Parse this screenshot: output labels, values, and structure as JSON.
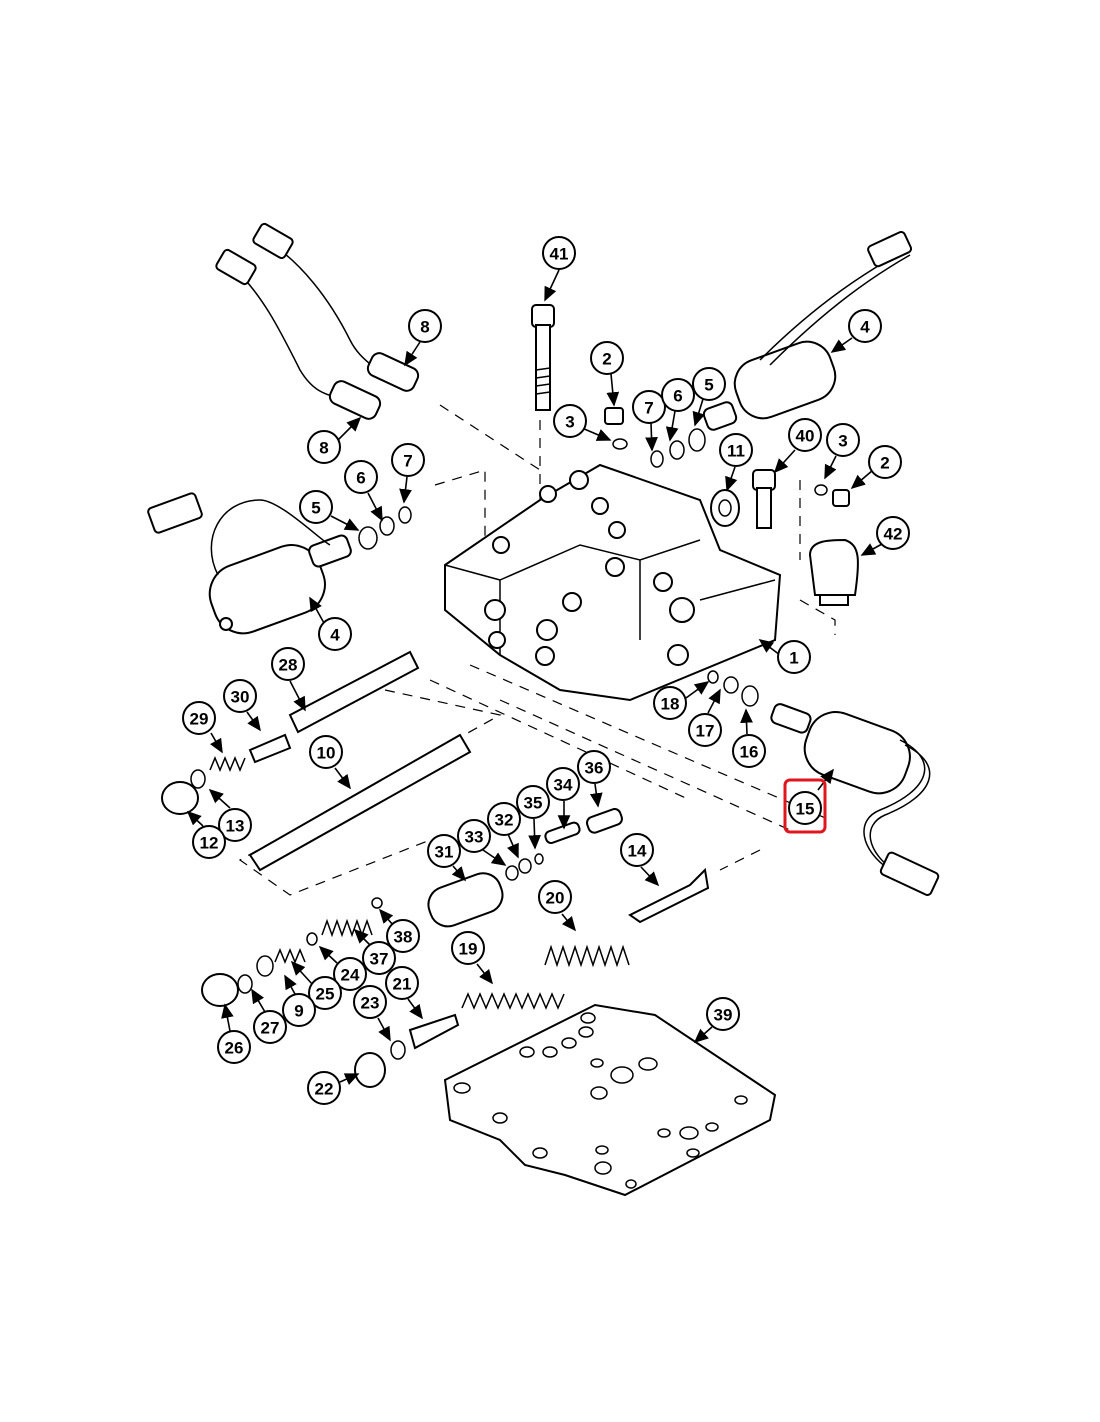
{
  "diagram": {
    "title": "",
    "highlighted_callout": "15",
    "highlight_color": "#e0161e",
    "callouts": [
      "41",
      "8",
      "8",
      "2",
      "3",
      "7",
      "6",
      "5",
      "4",
      "11",
      "40",
      "3",
      "2",
      "42",
      "6",
      "7",
      "5",
      "4",
      "1",
      "18",
      "17",
      "16",
      "28",
      "30",
      "29",
      "10",
      "13",
      "12",
      "15",
      "36",
      "34",
      "35",
      "32",
      "33",
      "31",
      "14",
      "20",
      "38",
      "37",
      "24",
      "25",
      "9",
      "27",
      "26",
      "19",
      "21",
      "23",
      "22",
      "39"
    ]
  }
}
